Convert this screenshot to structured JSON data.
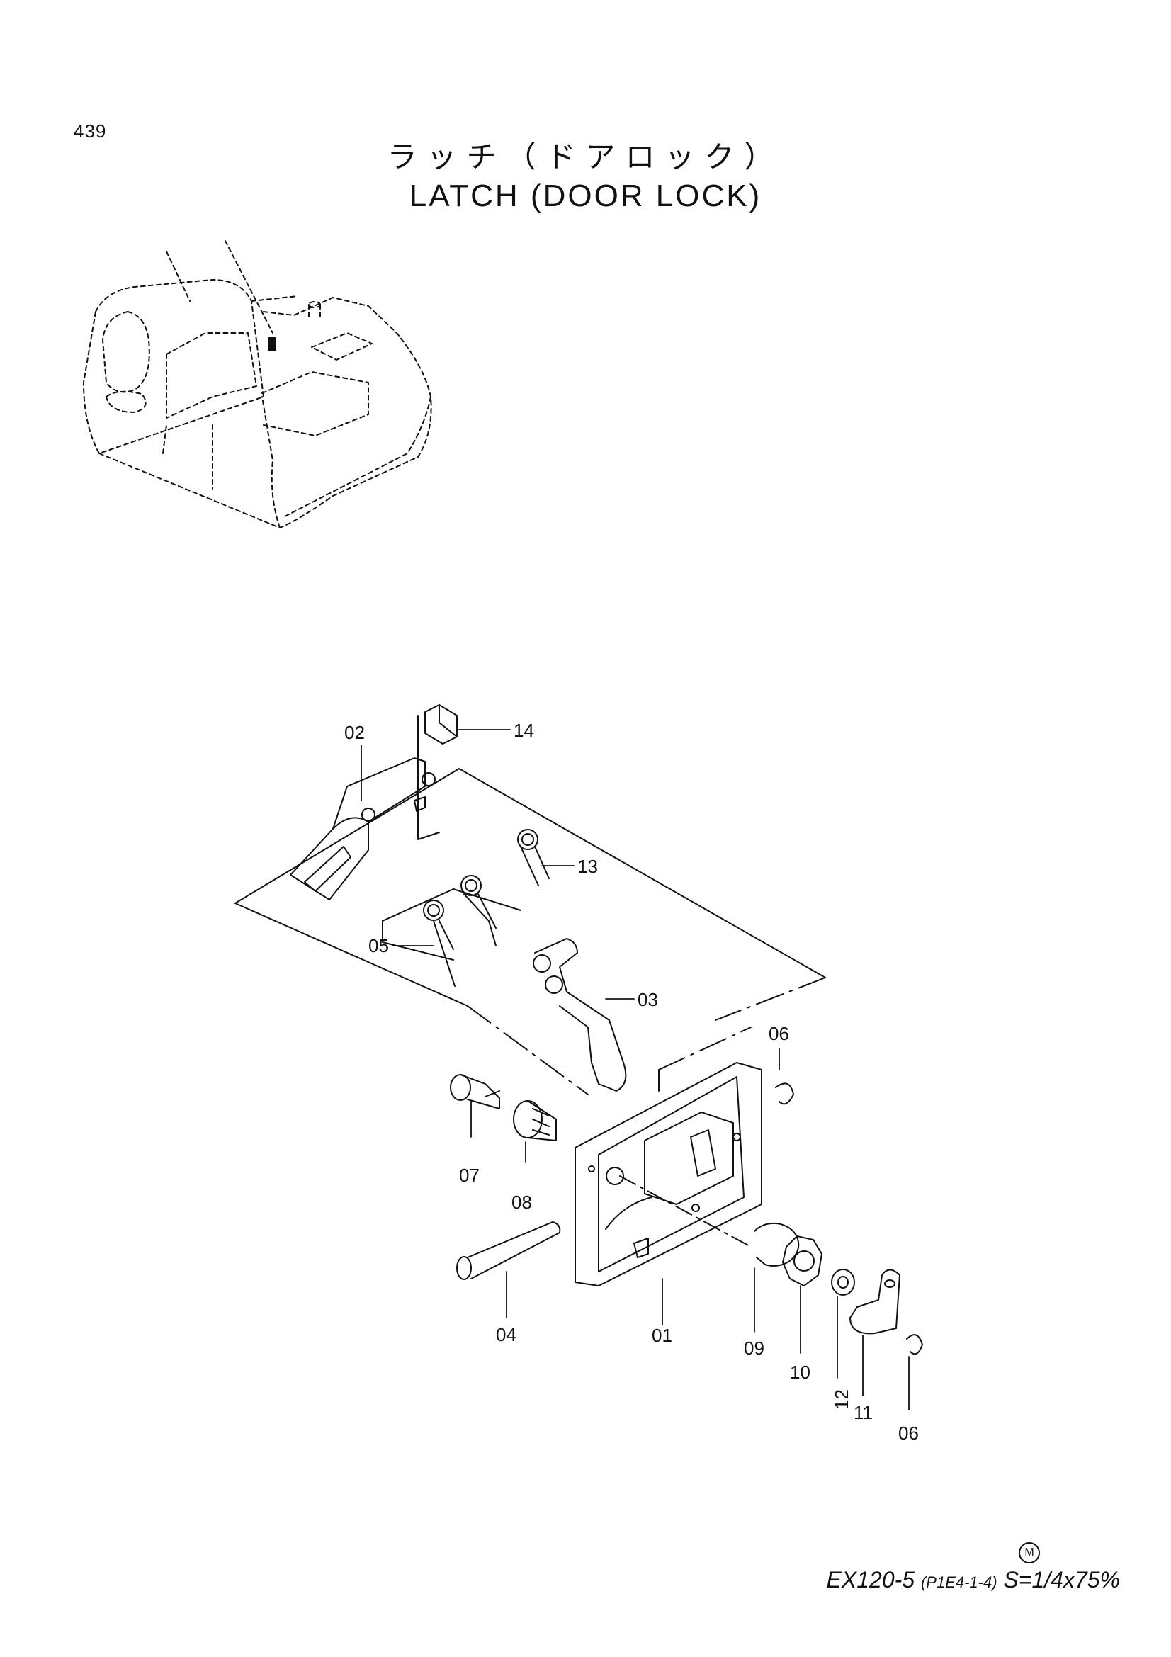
{
  "page": {
    "number": "439"
  },
  "title": {
    "japanese": "ラッチ（ドアロック）",
    "english": "LATCH (DOOR LOCK)"
  },
  "callouts": [
    "01",
    "02",
    "03",
    "04",
    "05",
    "06",
    "06",
    "07",
    "08",
    "09",
    "10",
    "11",
    "12",
    "13",
    "14"
  ],
  "footer": {
    "mark": "M",
    "model": "EX120-5",
    "code": "(P1E4-1-4)",
    "scale": "S=1/4x75%"
  }
}
